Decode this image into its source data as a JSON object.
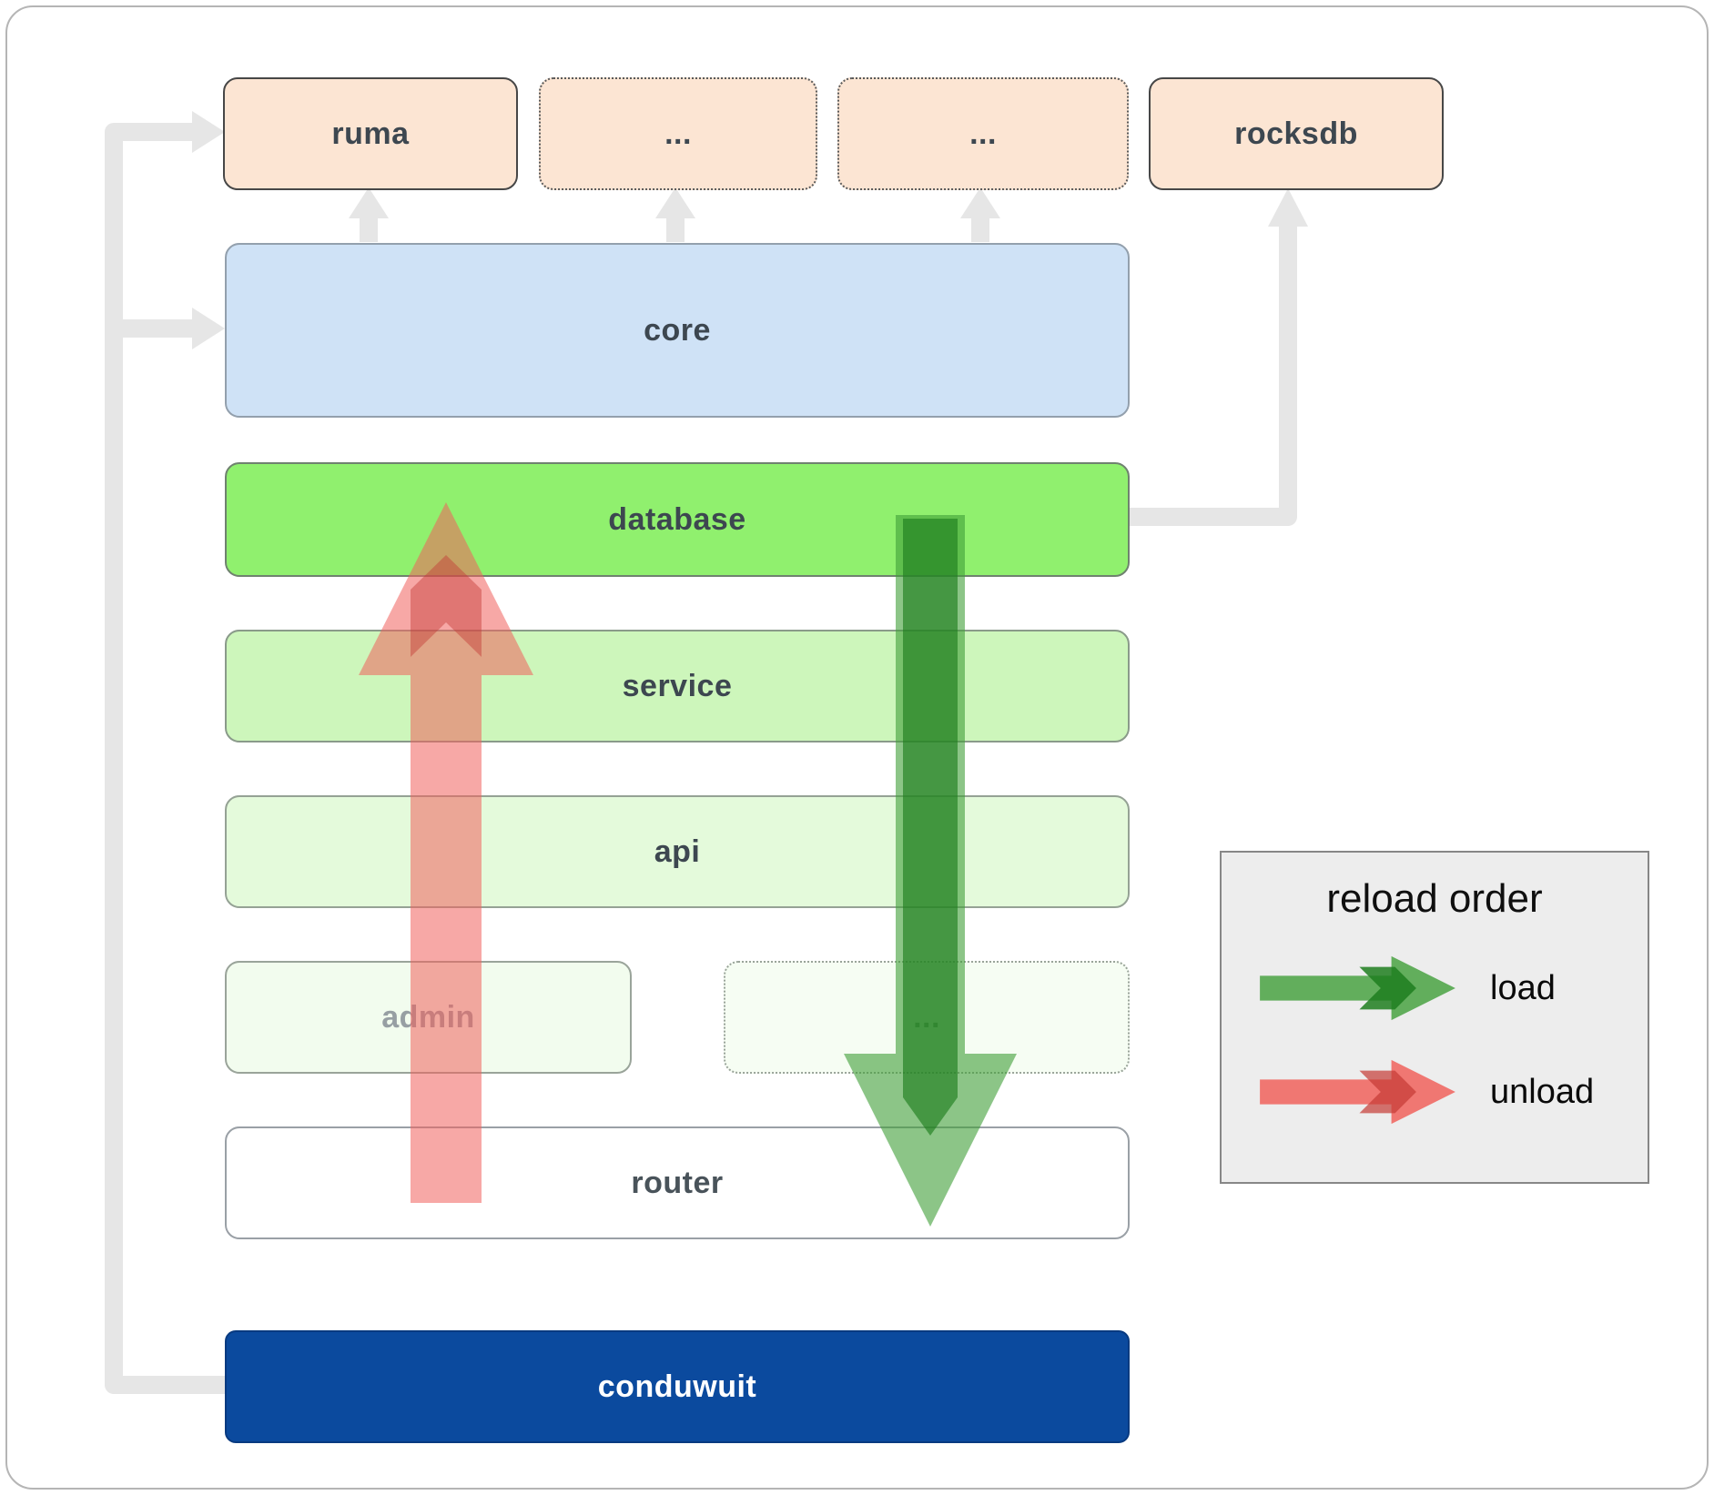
{
  "boxes": {
    "ruma": "ruma",
    "ellipsis1": "...",
    "ellipsis2": "...",
    "rocksdb": "rocksdb",
    "core": "core",
    "database": "database",
    "service": "service",
    "api": "api",
    "admin": "admin",
    "ellipsis3": "...",
    "router": "router",
    "conduwuit": "conduwuit"
  },
  "legend": {
    "title": "reload order",
    "load": "load",
    "unload": "unload"
  },
  "colors": {
    "peach": "#fce5d3",
    "core_blue": "#cfe2f6",
    "database_green": "#90f06e",
    "service_green": "#cdf6bb",
    "api_green": "#e4fadb",
    "admin_green": "#f2fcee",
    "ellipsis_green": "#f6fdf3",
    "conduwuit_navy": "#0b4a9e",
    "connector_gray": "#e6e6e6",
    "load_green": "#3f9e37",
    "load_green_dark": "#1e7e1e",
    "unload_red": "#f0615c",
    "unload_red_dark": "#c43a35"
  }
}
